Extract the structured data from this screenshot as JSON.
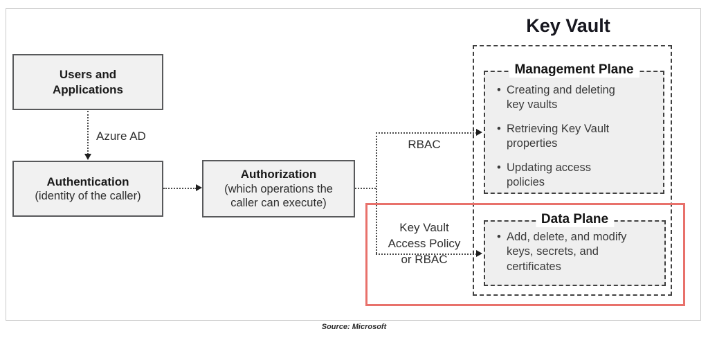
{
  "diagram": {
    "nodes": {
      "users": {
        "label": "Users and Applications"
      },
      "authentication": {
        "title": "Authentication",
        "subtitle": "(identity of the caller)"
      },
      "authorization": {
        "title": "Authorization",
        "subtitle": "(which operations the caller can execute)"
      }
    },
    "connectors": {
      "azure_ad_label": "Azure AD",
      "rbac_label": "RBAC",
      "kv_access_policy_lines": [
        "Key Vault",
        "Access Policy",
        "or RBAC"
      ]
    },
    "key_vault": {
      "title": "Key Vault",
      "management_plane": {
        "title": "Management Plane",
        "bullets": [
          "Creating and deleting key vaults",
          "Retrieving Key Vault properties",
          "Updating access policies"
        ]
      },
      "data_plane": {
        "title": "Data Plane",
        "bullets": [
          "Add, delete, and modify keys, secrets, and certificates"
        ]
      }
    },
    "colors": {
      "highlight_red": "#e8716b",
      "node_fill": "#f1f1f1",
      "plane_fill": "#efefef"
    },
    "source_note": "Source: Microsoft"
  }
}
